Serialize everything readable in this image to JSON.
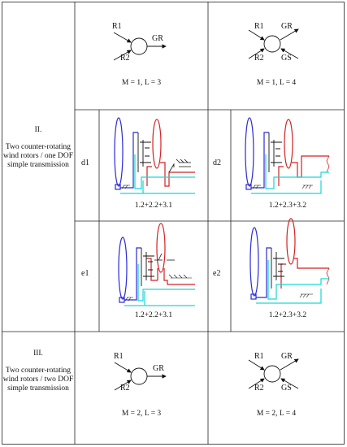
{
  "colors": {
    "blue": "#2a2ad8",
    "red": "#d42020",
    "cyan": "#19d6d6",
    "ink": "#111111"
  },
  "section_ii": {
    "roman": "II.",
    "description": [
      "Two counter-rotating",
      "wind rotors / one DOF",
      "simple transmission"
    ]
  },
  "section_iii": {
    "roman": "III.",
    "description": [
      "Two counter-rotating",
      "wind rotors / two DOF",
      "simple transmission"
    ]
  },
  "top_left": {
    "labels": [
      "R1",
      "R2",
      "GR"
    ],
    "caption": "M = 1, L = 3"
  },
  "top_right": {
    "labels": [
      "R1",
      "R2",
      "GR",
      "GS"
    ],
    "caption": "M = 1, L = 4"
  },
  "d1": {
    "id": "d1",
    "caption": "1.2+2.2+3.1"
  },
  "d2": {
    "id": "d2",
    "caption": "1.2+2.3+3.2"
  },
  "e1": {
    "id": "e1",
    "caption": "1.2+2.2+3.1"
  },
  "e2": {
    "id": "e2",
    "caption": "1.2+2.3+3.2"
  },
  "bottom_left": {
    "labels": [
      "R1",
      "R2",
      "GR"
    ],
    "caption": "M = 2, L = 3"
  },
  "bottom_right": {
    "labels": [
      "R1",
      "R2",
      "GR",
      "GS"
    ],
    "caption": "M = 2, L = 4"
  }
}
